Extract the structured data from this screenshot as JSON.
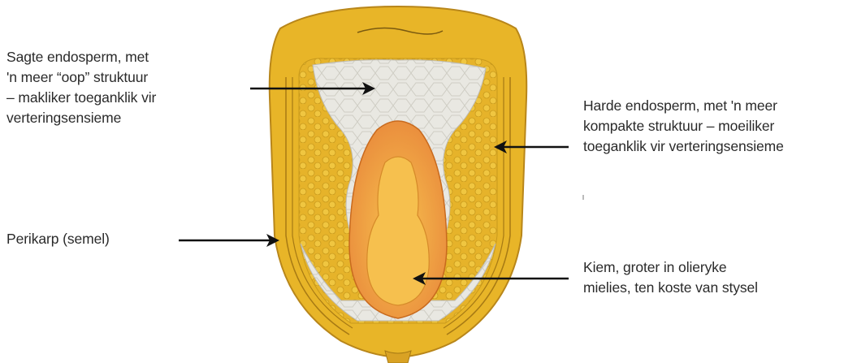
{
  "labels": {
    "soft_endosperm": [
      "Sagte endosperm, met",
      "'n meer “oop” struktuur",
      "– makliker toeganklik vir",
      "verteringsensieme"
    ],
    "hard_endosperm": [
      "Harde endosperm, met 'n meer",
      "kompakte struktuur – moeiliker",
      "toeganklik vir verteringsensieme"
    ],
    "pericarp": [
      "Perikarp (semel)"
    ],
    "germ": [
      "Kiem, groter in olieryke",
      "mielies, ten koste van stysel"
    ]
  },
  "colors": {
    "kernel_yellow": "#e8b528",
    "kernel_outline": "#b8861a",
    "soft_endosperm": "#e9e8e2",
    "germ_outer": "#e88a3a",
    "germ_inner": "#f3bb4c",
    "arrow": "#111111"
  }
}
